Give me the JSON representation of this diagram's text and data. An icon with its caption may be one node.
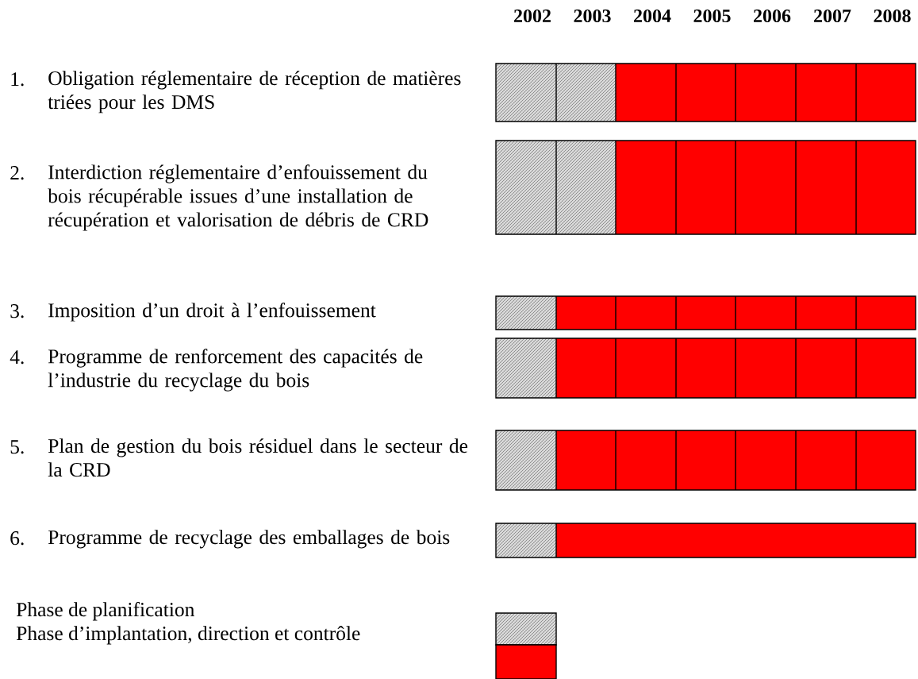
{
  "diagram": {
    "labels": [
      "2002",
      "2003",
      "2004",
      "2005",
      "2006",
      "2007",
      "2008",
      "1.",
      "Obligation réglementaire de réception de matières triées pour les DMS",
      "2.",
      "Interdiction réglementaire d’enfouissement du bois récupérable issues d’une installation de récupération et valorisation de débris de CRD",
      "3.",
      "Imposition d’un droit à l’enfouissement",
      "4.",
      "Programme de renforcement des capacités de l’industrie du recyclage du bois",
      "5.",
      "Plan de gestion du bois résiduel dans le secteur de la CRD",
      "6.",
      "Programme de recyclage des emballages de bois"
    ],
    "legend": [
      {
        "text": "Phase de planification"
      },
      {
        "text": "Phase d’implantation, direction et contrôle",
        "color": "#ff0000"
      }
    ]
  }
}
